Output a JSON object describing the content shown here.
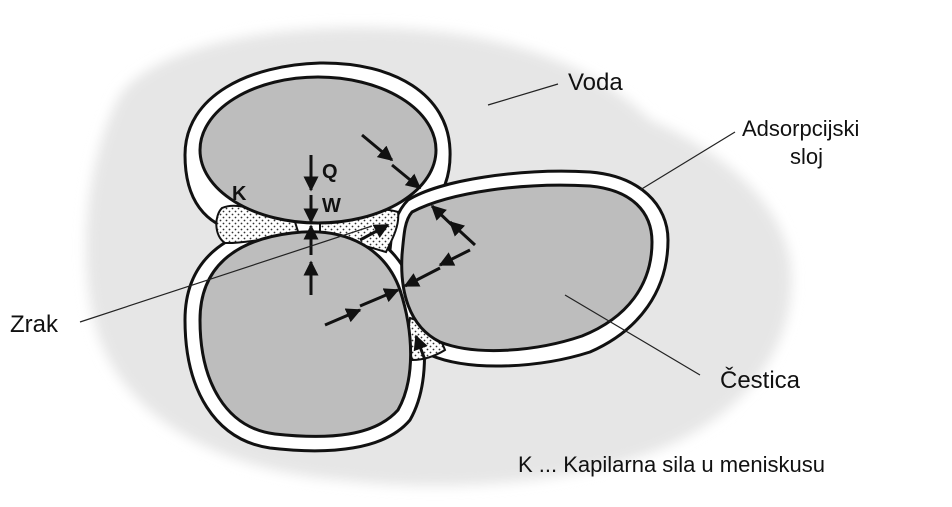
{
  "labels": {
    "voda": "Voda",
    "adsorpcijski_line1": "Adsorpcijski",
    "adsorpcijski_line2": "sloj",
    "zrak": "Zrak",
    "cestica": "Čestica",
    "k": "K",
    "q": "Q",
    "w": "W",
    "legend": "K ... Kapilarna sila u meniskusu"
  },
  "colors": {
    "grain": "#bdbdbd",
    "water_halo": "#e6e6e6",
    "outline": "#111111"
  }
}
